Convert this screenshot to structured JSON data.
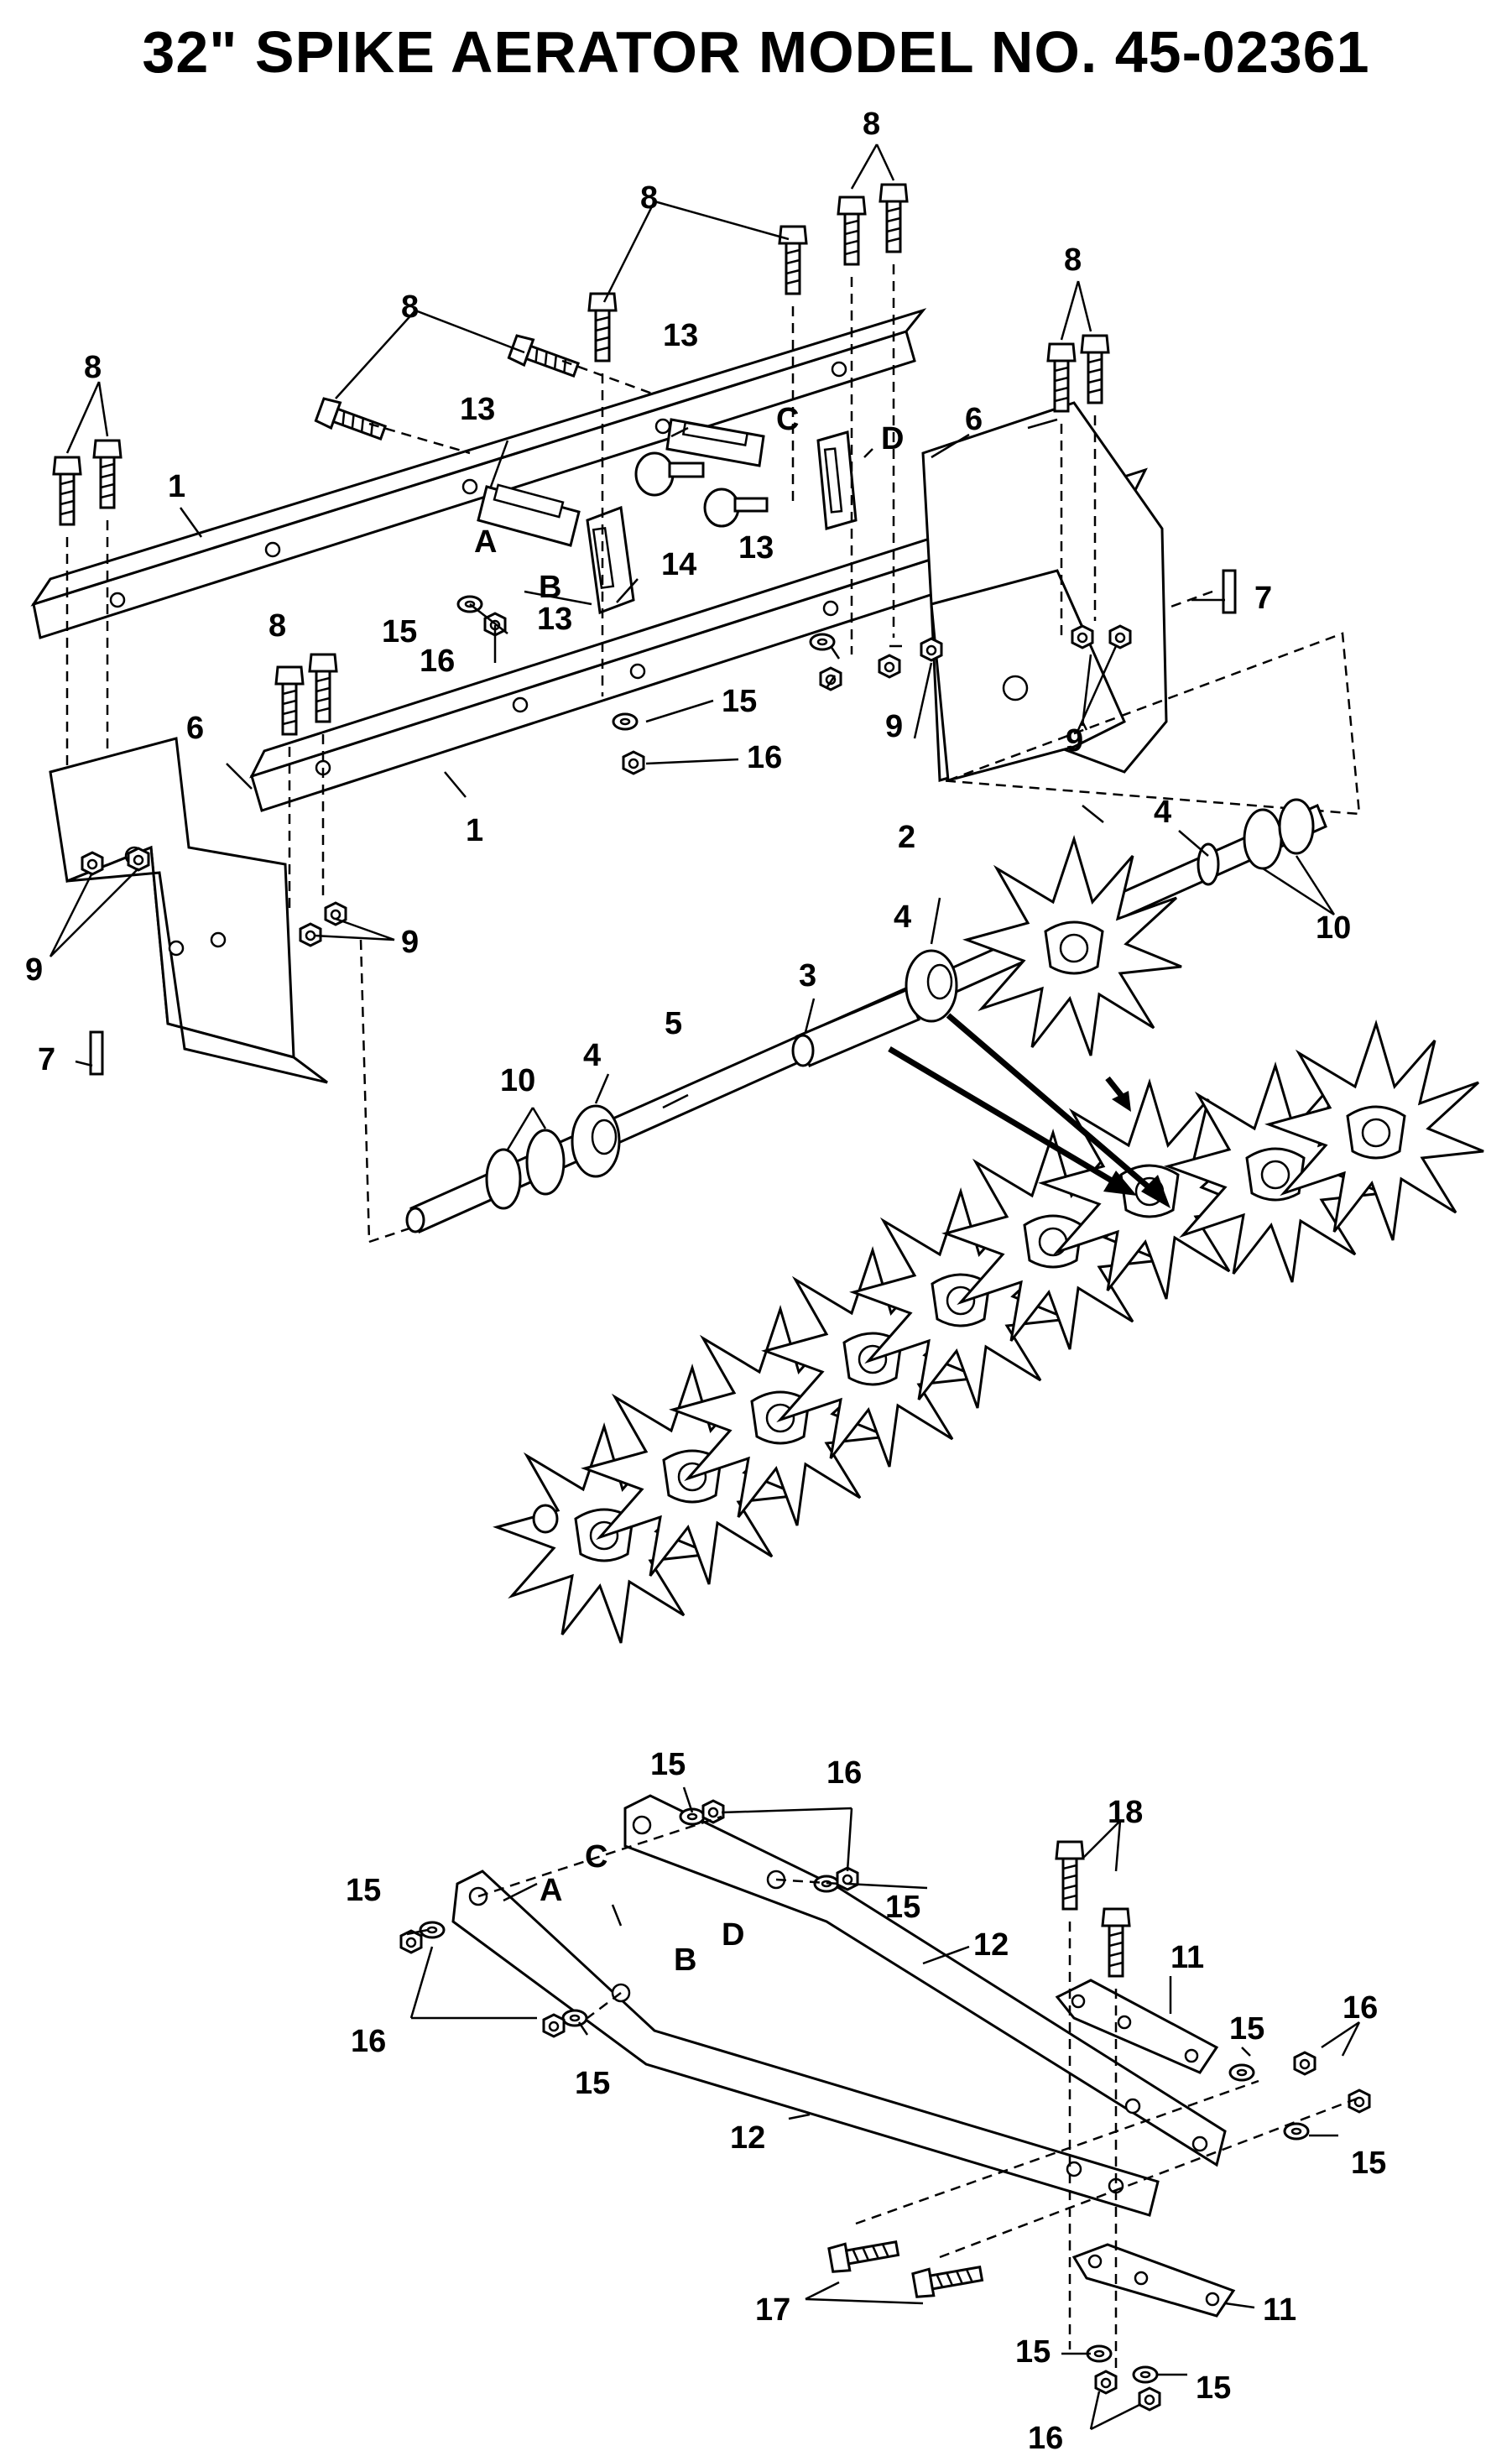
{
  "title": "32\" SPIKE AERATOR MODEL NO. 45-02361",
  "callouts": {
    "n1": "1",
    "n2": "2",
    "n3": "3",
    "n4": "4",
    "n5": "5",
    "n6": "6",
    "n7": "7",
    "n8": "8",
    "n9": "9",
    "n10": "10",
    "n11": "11",
    "n12": "12",
    "n13": "13",
    "n14": "14",
    "n15": "15",
    "n16": "16",
    "n17": "17",
    "n18": "18",
    "A": "A",
    "B": "B",
    "C": "C",
    "D": "D"
  },
  "colors": {
    "ink": "#000000",
    "paper": "#ffffff"
  }
}
